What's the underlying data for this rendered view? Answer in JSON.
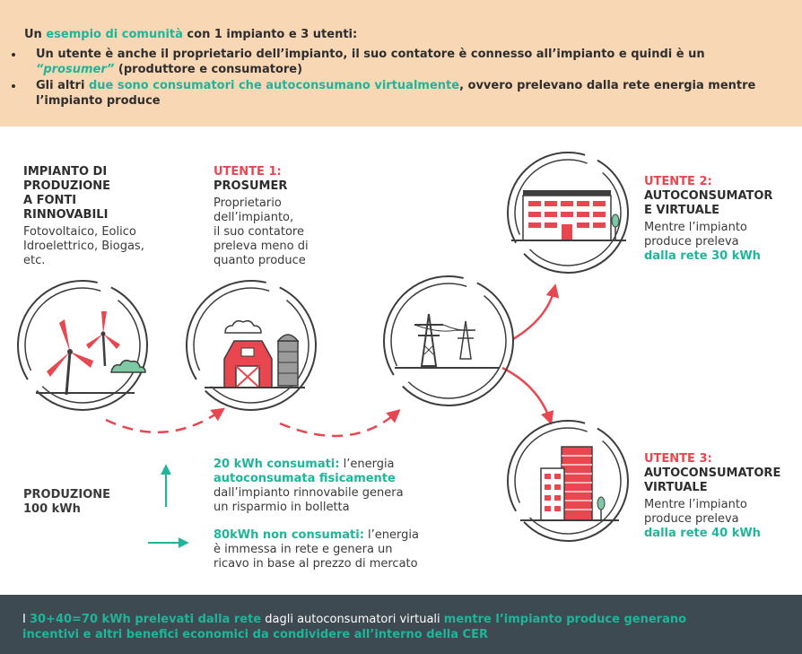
{
  "header": {
    "intro_pre": "Un ",
    "intro_highlight": "esempio di comunità",
    "intro_post": " con 1 impianto e 3 utenti:",
    "bullet1_text": "Un utente è anche il proprietario dell’impianto, il suo contatore è connesso all’impianto e quindi è un ",
    "bullet1_highlight": "“prosumer”",
    "bullet1_post": " (produttore e consumatore)",
    "bullet2_pre": "Gli altri ",
    "bullet2_highlight": "due sono consumatori che autoconsumano virtualmente",
    "bullet2_post": ", ovvero prelevano dalla rete energia mentre l’impianto produce"
  },
  "plant": {
    "title_lines": [
      "IMPIANTO DI",
      "PRODUZIONE",
      "A FONTI",
      "RINNOVABILI"
    ],
    "desc_lines": [
      "Fotovoltaico, Eolico",
      "Idroelettrico, Biogas,",
      "etc."
    ]
  },
  "user1": {
    "label": "UTENTE 1:",
    "title": "PROSUMER",
    "desc_lines": [
      "Proprietario",
      "dell’impianto,",
      "il suo contatore",
      "preleva meno di",
      "quanto produce"
    ]
  },
  "user2": {
    "label": "UTENTE 2:",
    "title_lines": [
      "AUTOCONSUMATOR",
      "E VIRTUALE"
    ],
    "desc_lines": [
      "Mentre l’impianto",
      "produce preleva"
    ],
    "highlight": "dalla rete 30 kWh"
  },
  "user3": {
    "label": "UTENTE 3:",
    "title_lines": [
      "AUTOCONSUMATORE",
      "VIRTUALE"
    ],
    "desc_lines": [
      "Mentre l’impianto",
      "produce preleva"
    ],
    "highlight": "dalla rete 40 kWh"
  },
  "production": {
    "lines": [
      "PRODUZIONE",
      "100 kWh"
    ]
  },
  "consumed": {
    "highlight1": "20 kWh consumati:",
    "text1": " l’energia",
    "highlight2": "autoconsumata fisicamente",
    "text_lines": [
      "dall’impianto rinnovabile genera",
      "un risparmio in bolletta"
    ]
  },
  "not_consumed": {
    "highlight1": "80kWh non consumati:",
    "text1": " l’energia",
    "text_lines": [
      "è immessa in rete e genera un",
      "ricavo in base al prezzo di mercato"
    ]
  },
  "footer": {
    "pre": "I ",
    "highlight1": "30+40=70 kWh prelevati dalla rete",
    "mid": " dagli autoconsumatori virtuali ",
    "highlight2": "mentre l’impianto produce generano incentivi e altri benefici economici da condividere all’interno della CER"
  },
  "colors": {
    "accent_green": "#1fb59a",
    "accent_red": "#e8474f",
    "header_bg": "#f8d7b5",
    "footer_bg": "#3d4a52"
  },
  "icons": [
    "wind-turbine-icon",
    "barn-icon",
    "power-pylon-icon",
    "office-building-icon",
    "skyscraper-icon",
    "arrow-up-icon",
    "arrow-right-icon"
  ]
}
